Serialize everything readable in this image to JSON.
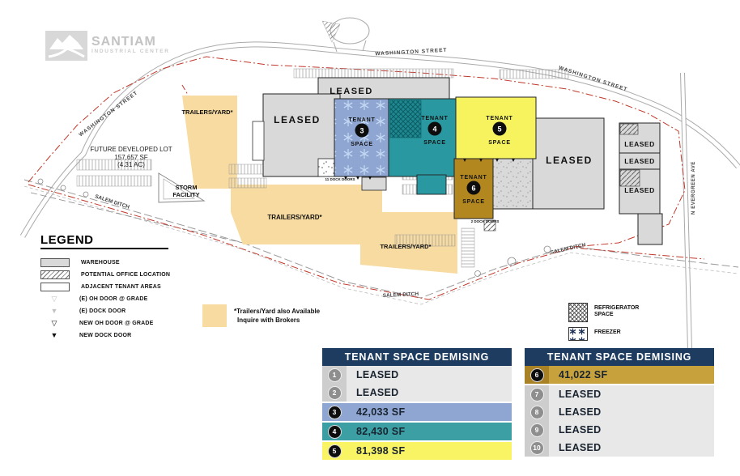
{
  "colors": {
    "header_navy": "#1e3c60",
    "tenant3_blue": "#8fa5d2",
    "tenant4_teal": "#2a98a0",
    "tenant5_yellow": "#f7f35f",
    "tenant6_gold": "#b3871f",
    "trailers_tan": "#f7dba0",
    "warehouse_gray": "#d9d9d9",
    "leased_row_gray": "#e8e8e8",
    "boundary_red": "#c0392b"
  },
  "logo": {
    "name": "SANTIAM",
    "tagline": "INDUSTRIAL CENTER"
  },
  "map": {
    "washington_street": "WASHINGTON STREET",
    "evergreen_ave": "N EVERGREEN AVE",
    "salem_ditch": "SALEM DITCH",
    "future_lot_line1": "FUTURE DEVELOPED LOT",
    "future_lot_line2": "157,657 SF",
    "future_lot_line3": "(4.31 AC)",
    "storm_line1": "STORM",
    "storm_line2": "FACILITY",
    "trailers_yard": "TRAILERS/YARD*",
    "leased": "LEASED",
    "tenant_word": "TENANT",
    "space_word": "SPACE",
    "t3": "3",
    "t4": "4",
    "t5": "5",
    "t6": "6",
    "dock11": "11 DOCK DOORS",
    "dock2": "2 DOCK DOORS"
  },
  "legend": {
    "title": "LEGEND",
    "items": [
      {
        "label": "WAREHOUSE"
      },
      {
        "label": "POTENTIAL OFFICE LOCATION"
      },
      {
        "label": "ADJACENT TENANT AREAS"
      },
      {
        "label": "(E) OH DOOR @ GRADE"
      },
      {
        "label": "(E) DOCK DOOR"
      },
      {
        "label": "NEW OH DOOR @ GRADE"
      },
      {
        "label": "NEW DOCK DOOR"
      }
    ]
  },
  "note": {
    "line1": "*Trailers/Yard also Available",
    "line2": "Inquire with Brokers"
  },
  "pattern_legend": {
    "refrigerator_line1": "REFRIGERATOR",
    "refrigerator_line2": "SPACE",
    "freezer": "FREEZER"
  },
  "tables": {
    "left": {
      "header": "TENANT SPACE DEMISING",
      "rows": [
        {
          "num": "1",
          "value": "LEASED"
        },
        {
          "num": "2",
          "value": "LEASED"
        },
        {
          "num": "3",
          "value": "42,033 SF"
        },
        {
          "num": "4",
          "value": "82,430 SF"
        },
        {
          "num": "5",
          "value": "81,398 SF"
        }
      ]
    },
    "right": {
      "header": "TENANT SPACE DEMISING",
      "rows": [
        {
          "num": "6",
          "value": "41,022 SF"
        },
        {
          "num": "7",
          "value": "LEASED"
        },
        {
          "num": "8",
          "value": "LEASED"
        },
        {
          "num": "9",
          "value": "LEASED"
        },
        {
          "num": "10",
          "value": "LEASED"
        }
      ]
    }
  }
}
